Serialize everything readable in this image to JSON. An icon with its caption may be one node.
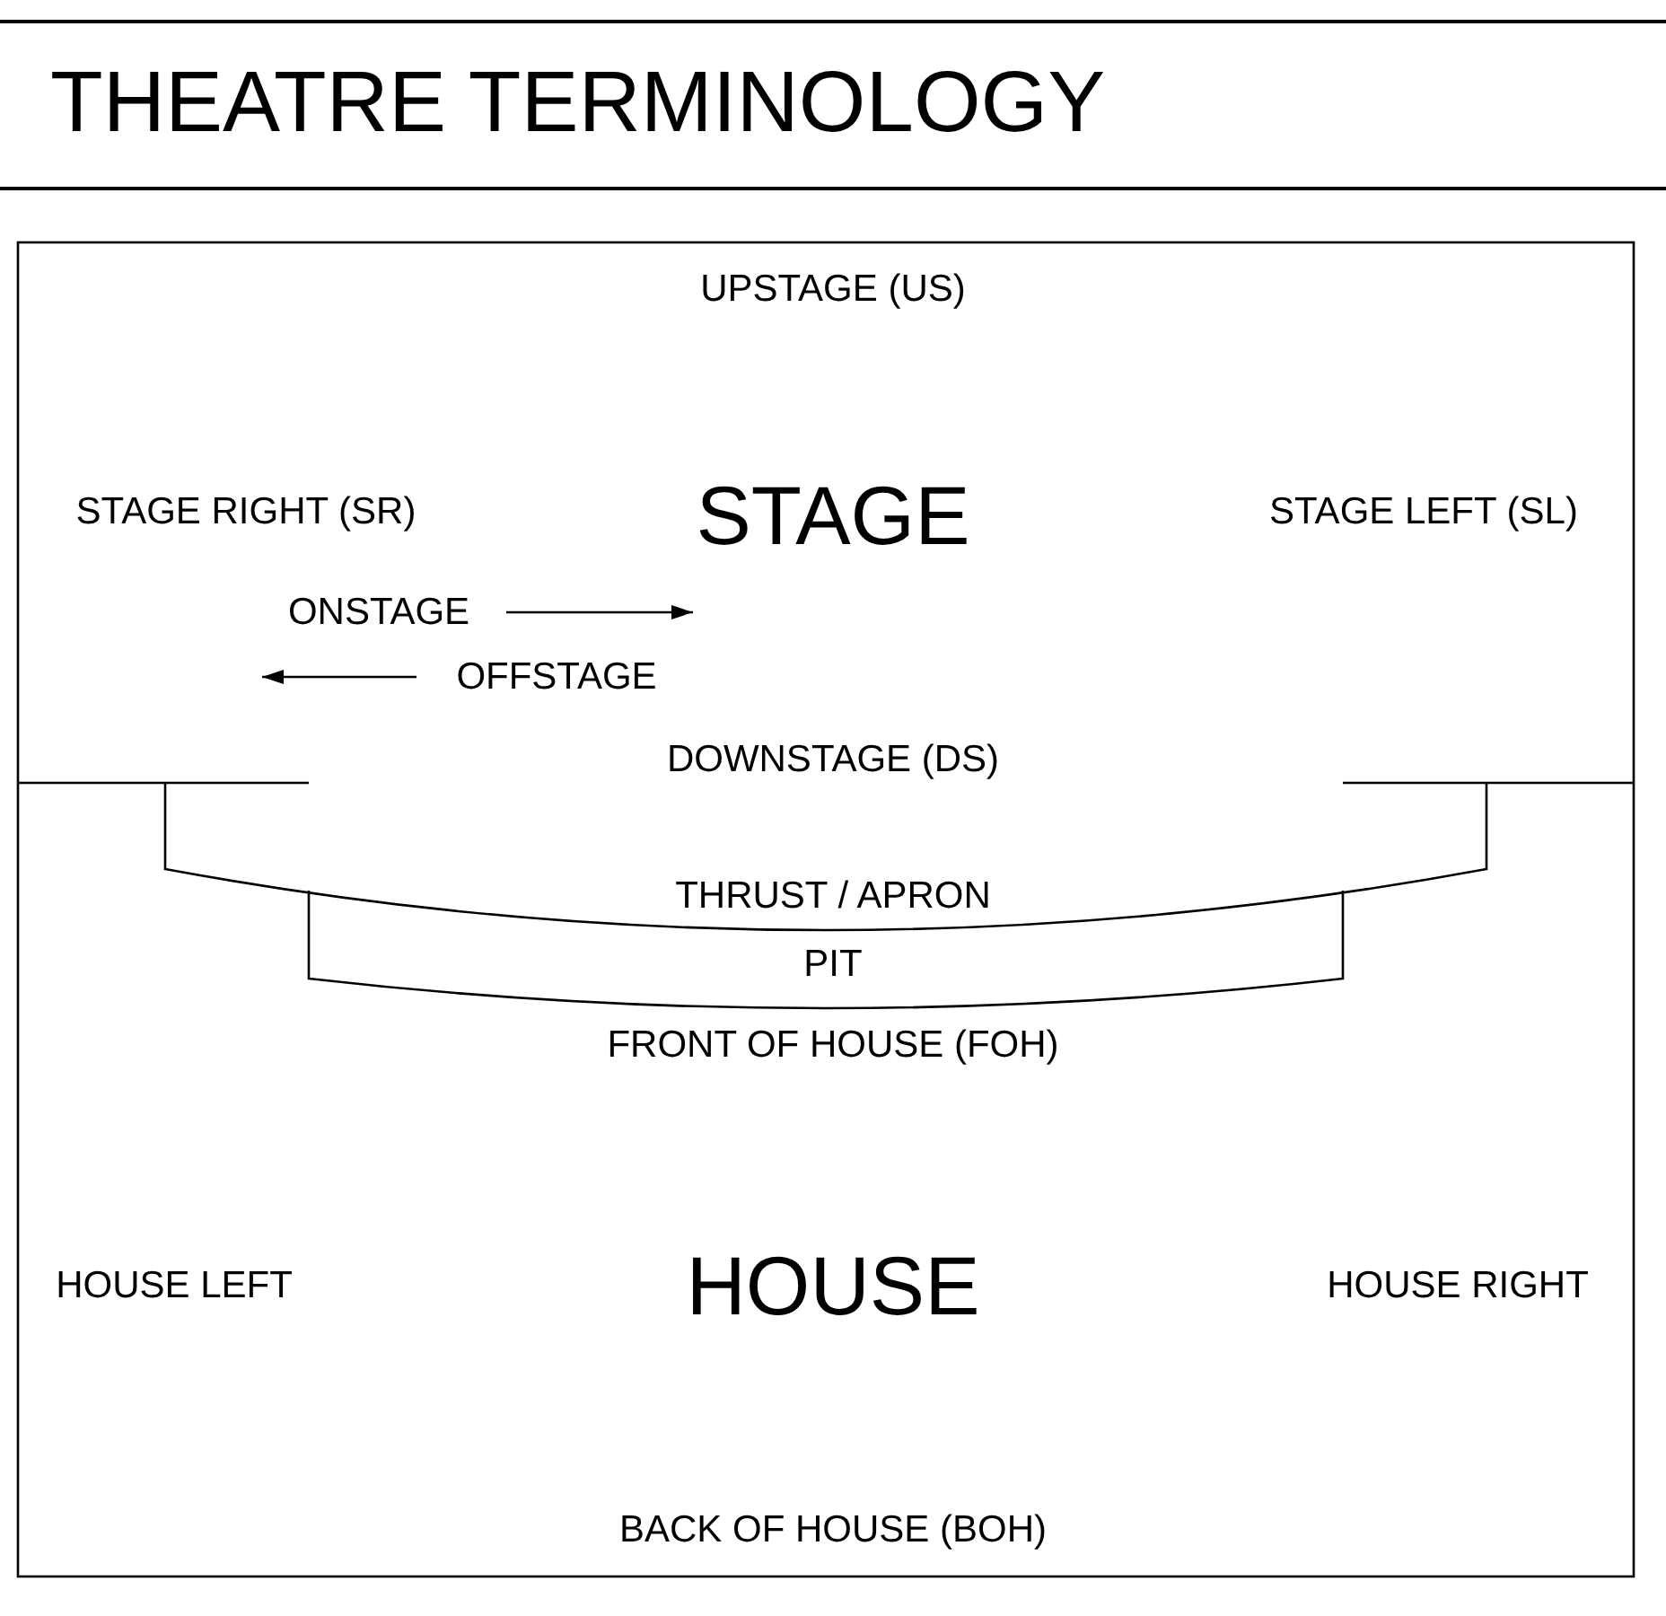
{
  "diagram": {
    "title": "THEATRE TERMINOLOGY",
    "labels": [
      "UPSTAGE (US)",
      "STAGE RIGHT (SR)",
      "STAGE",
      "STAGE LEFT (SL)",
      "ONSTAGE",
      "OFFSTAGE",
      "DOWNSTAGE (DS)",
      "THRUST / APRON",
      "PIT",
      "FRONT OF HOUSE (FOH)",
      "HOUSE LEFT",
      "HOUSE",
      "HOUSE RIGHT",
      "BACK OF HOUSE (BOH)"
    ]
  }
}
